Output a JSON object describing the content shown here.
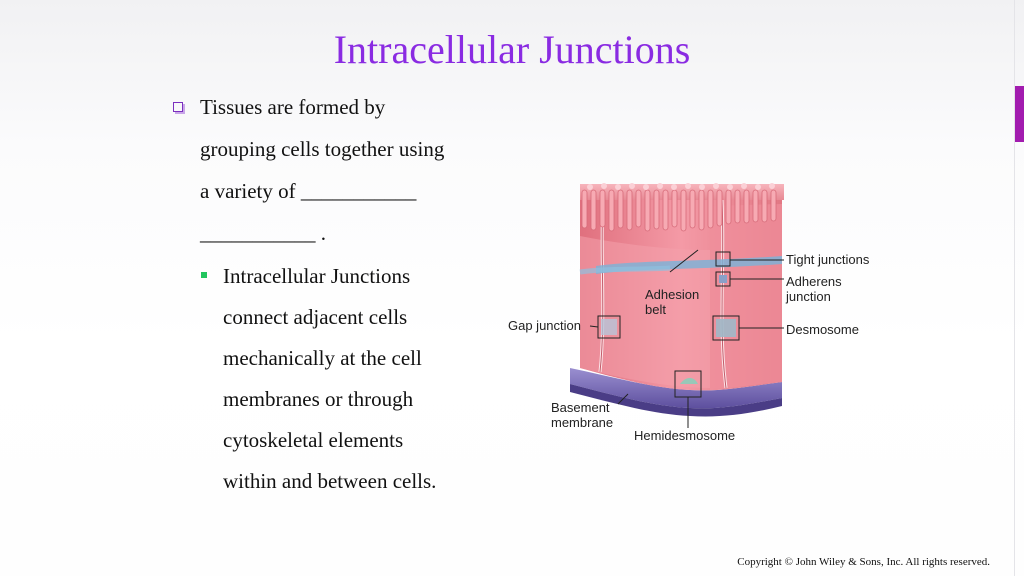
{
  "slide": {
    "title": "Intracellular Junctions",
    "bullet1": {
      "lines": [
        "Tissues are formed by",
        "grouping cells together using",
        "a variety of ___________",
        "___________ ."
      ]
    },
    "bullet2": {
      "lines": [
        "Intracellular Junctions",
        "connect adjacent cells",
        "mechanically at the cell",
        "membranes or through",
        "cytoskeletal elements",
        "within and between cells."
      ]
    },
    "copyright": "Copyright © John Wiley & Sons, Inc. All rights reserved."
  },
  "diagram": {
    "labels": {
      "tight": "Tight junctions",
      "adherens_1": "Adherens",
      "adherens_2": "junction",
      "adhesion_1": "Adhesion",
      "adhesion_2": "belt",
      "gap": "Gap junction",
      "desmosome": "Desmosome",
      "basement_1": "Basement",
      "basement_2": "membrane",
      "hemidesmosome": "Hemidesmosome"
    }
  },
  "colors": {
    "title": "#8a2be2",
    "accent_bar": "#a21caf",
    "bullet_l1": "#7b2fbf",
    "bullet_l2": "#22c55e",
    "cell": "#f08a98",
    "basement": "#7c6fb8"
  }
}
